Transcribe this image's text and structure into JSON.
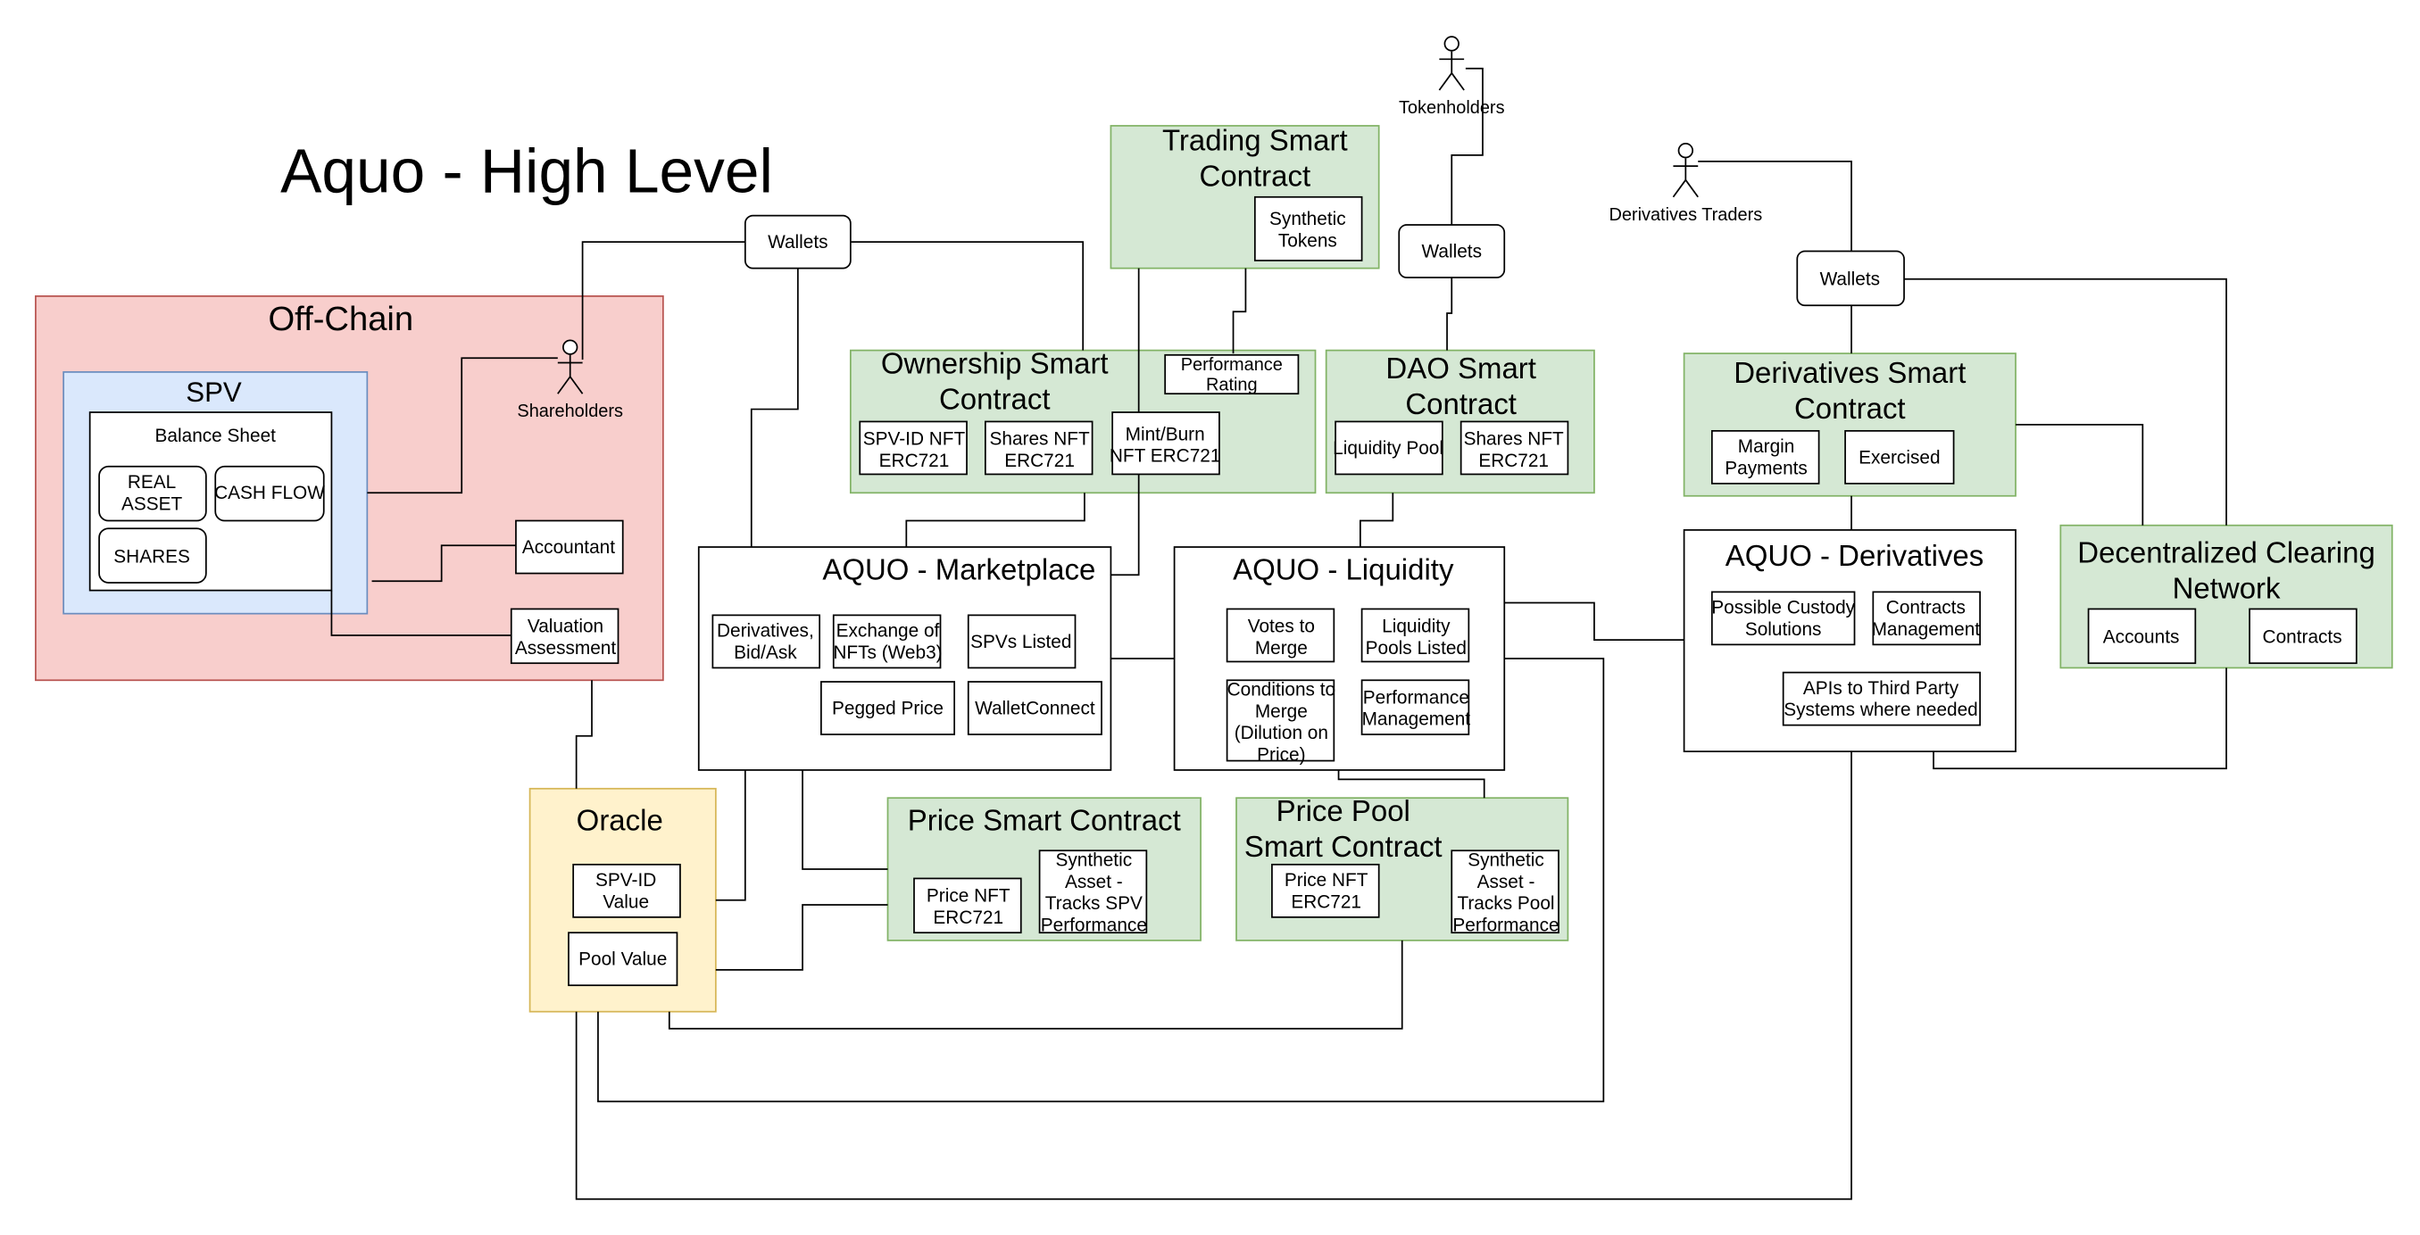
{
  "title": "Aquo - High Level",
  "colors": {
    "offchain_fill": "#f8cecc",
    "offchain_stroke": "#b85450",
    "spv_fill": "#dae8fc",
    "spv_stroke": "#6c8ebf",
    "green_fill": "#d5e8d4",
    "green_stroke": "#82b366",
    "oracle_fill": "#fff2cc",
    "oracle_stroke": "#d6b656",
    "line": "#000000"
  },
  "actors": {
    "tokenholders": "Tokenholders",
    "derivatives_traders": "Derivatives Traders",
    "shareholders": "Shareholders"
  },
  "offchain": {
    "title": "Off-Chain",
    "spv": {
      "title": "SPV",
      "balance_sheet": "Balance Sheet",
      "real_asset": [
        "REAL",
        "ASSET"
      ],
      "cash_flow": "CASH FLOW",
      "shares": "SHARES"
    },
    "accountant": "Accountant",
    "valuation": [
      "Valuation",
      "Assessment"
    ]
  },
  "wallets": "Wallets",
  "trading_contract": {
    "title": [
      "Trading Smart",
      "Contract"
    ],
    "synthetic_tokens": [
      "Synthetic",
      "Tokens"
    ]
  },
  "ownership_contract": {
    "title": [
      "Ownership Smart",
      "Contract"
    ],
    "performance_rating": [
      "Performance",
      "Rating"
    ],
    "spv_id_nft": [
      "SPV-ID NFT",
      "ERC721"
    ],
    "shares_nft": [
      "Shares NFT",
      "ERC721"
    ],
    "mint_burn": [
      "Mint/Burn",
      "NFT ERC721"
    ]
  },
  "dao_contract": {
    "title": [
      "DAO Smart",
      "Contract"
    ],
    "liquidity_pool": "Liquidity Pool",
    "shares_nft": [
      "Shares NFT",
      "ERC721"
    ]
  },
  "derivatives_contract": {
    "title": [
      "Derivatives Smart",
      "Contract"
    ],
    "margin_payments": [
      "Margin",
      "Payments"
    ],
    "exercised": "Exercised"
  },
  "marketplace": {
    "title": "AQUO - Marketplace",
    "derivatives_bid_ask": [
      "Derivatives,",
      "Bid/Ask"
    ],
    "exchange_nfts": [
      "Exchange of",
      "NFTs (Web3)"
    ],
    "spvs_listed": "SPVs Listed",
    "pegged_price": "Pegged Price",
    "walletconnect": "WalletConnect"
  },
  "liquidity": {
    "title": "AQUO - Liquidity",
    "votes_to_merge": [
      "Votes to",
      "Merge"
    ],
    "liquidity_pools_listed": [
      "Liquidity",
      "Pools Listed"
    ],
    "conditions_to_merge": [
      "Conditions to",
      "Merge",
      "(Dilution on",
      "Price)"
    ],
    "performance_management": [
      "Performance",
      "Management"
    ]
  },
  "derivatives": {
    "title": "AQUO - Derivatives",
    "custody": [
      "Possible Custody",
      "Solutions"
    ],
    "contracts_mgmt": [
      "Contracts",
      "Management"
    ],
    "apis": [
      "APIs to Third Party",
      "Systems where needed"
    ]
  },
  "dcn": {
    "title": [
      "Decentralized Clearing",
      "Network"
    ],
    "accounts": "Accounts",
    "contracts": "Contracts"
  },
  "oracle": {
    "title": "Oracle",
    "spv_id_value": [
      "SPV-ID",
      "Value"
    ],
    "pool_value": "Pool Value"
  },
  "price_contract": {
    "title": "Price Smart Contract",
    "price_nft": [
      "Price NFT",
      "ERC721"
    ],
    "synthetic": [
      "Synthetic",
      "Asset -",
      "Tracks SPV",
      "Performance"
    ]
  },
  "price_pool_contract": {
    "title": [
      "Price Pool",
      "Smart Contract"
    ],
    "price_nft": [
      "Price NFT",
      "ERC721"
    ],
    "synthetic": [
      "Synthetic",
      "Asset -",
      "Tracks Pool",
      "Performance"
    ]
  }
}
